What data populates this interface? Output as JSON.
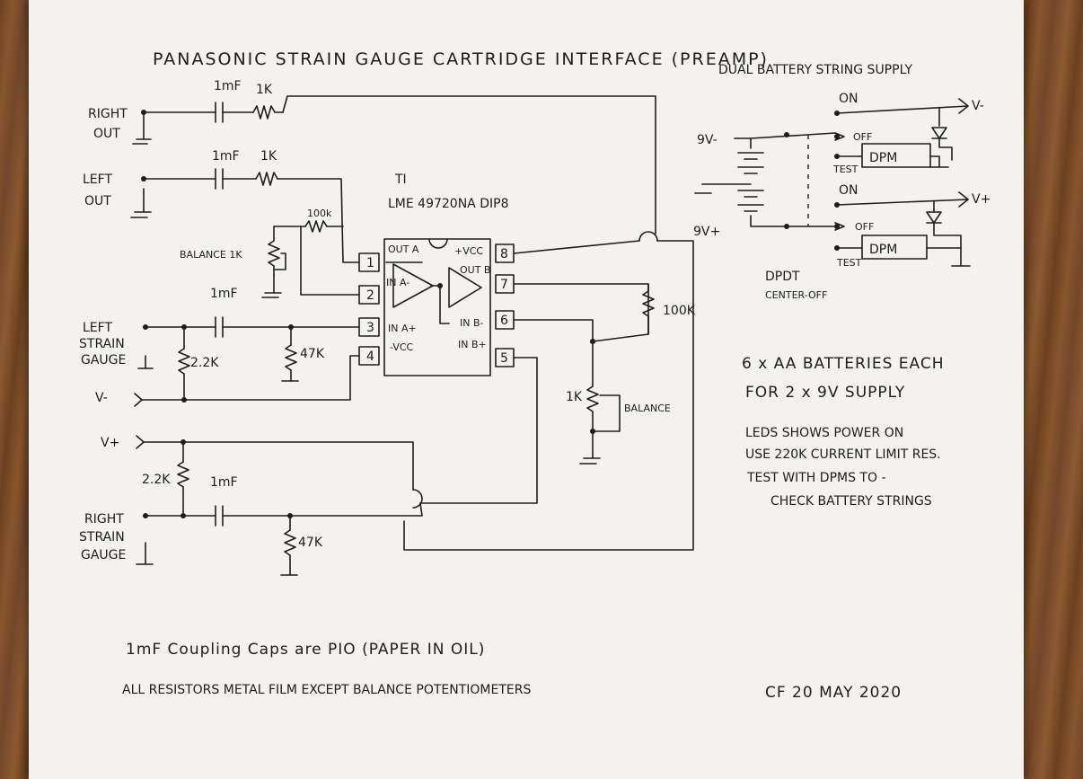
{
  "title": {
    "line1": "PANASONIC   STRAIN GAUGE   CARTRIDGE    INTERFACE (PREAMP)",
    "supply": "DUAL BATTERY STRING SUPPLY"
  },
  "chip": {
    "maker": "TI",
    "part": "LME 49720NA   DIP8",
    "pins": [
      {
        "n": "1",
        "label": "OUT A"
      },
      {
        "n": "2",
        "label": "IN A-"
      },
      {
        "n": "3",
        "label": "IN A+"
      },
      {
        "n": "4",
        "label": "-VCC"
      },
      {
        "n": "5",
        "label": "IN B+"
      },
      {
        "n": "6",
        "label": "IN B-"
      },
      {
        "n": "7",
        "label": "OUT B"
      },
      {
        "n": "8",
        "label": "+VCC"
      }
    ]
  },
  "left_side": {
    "right_out": [
      "RIGHT",
      "OUT"
    ],
    "left_out": [
      "LEFT",
      "OUT"
    ],
    "left_strain": [
      "LEFT",
      "STRAIN",
      "GAUGE"
    ],
    "right_strain": [
      "RIGHT",
      "STRAIN",
      "GAUGE"
    ],
    "vminus": "V-",
    "vplus": "V+"
  },
  "components": {
    "cap": "1mF",
    "res_1k": "1K",
    "res_100k": "100k",
    "res_100k_b": "100K",
    "balance": "BALANCE 1K",
    "balance_b": "BALANCE",
    "res_2k2": "2.2K",
    "res_47k": "47K",
    "pot_1k": "1K"
  },
  "supply": {
    "on1": "ON",
    "off1": "OFF",
    "test1": "TEST",
    "on2": "ON",
    "off2": "OFF",
    "test2": "TEST",
    "dpm1": "DPM",
    "dpm2": "DPM",
    "bat1": "9V-",
    "bat2": "9V+",
    "out1": "V-",
    "out2": "V+",
    "switch": [
      "DPDT",
      "CENTER-OFF"
    ]
  },
  "notes": {
    "batteries": [
      "6 x AA  BATTERIES EACH",
      "FOR  2 x  9V  SUPPLY"
    ],
    "leds": [
      "LEDS SHOWS POWER ON",
      "USE 220K CURRENT LIMIT RES.",
      "TEST WITH DPMS TO -",
      "CHECK BATTERY STRINGS"
    ],
    "caps": "1mF Coupling Caps are PIO (PAPER IN OIL)",
    "resistors": "ALL RESISTORS METAL FILM EXCEPT BALANCE POTENTIOMETERS",
    "signature": "CF 20 MAY 2020"
  }
}
